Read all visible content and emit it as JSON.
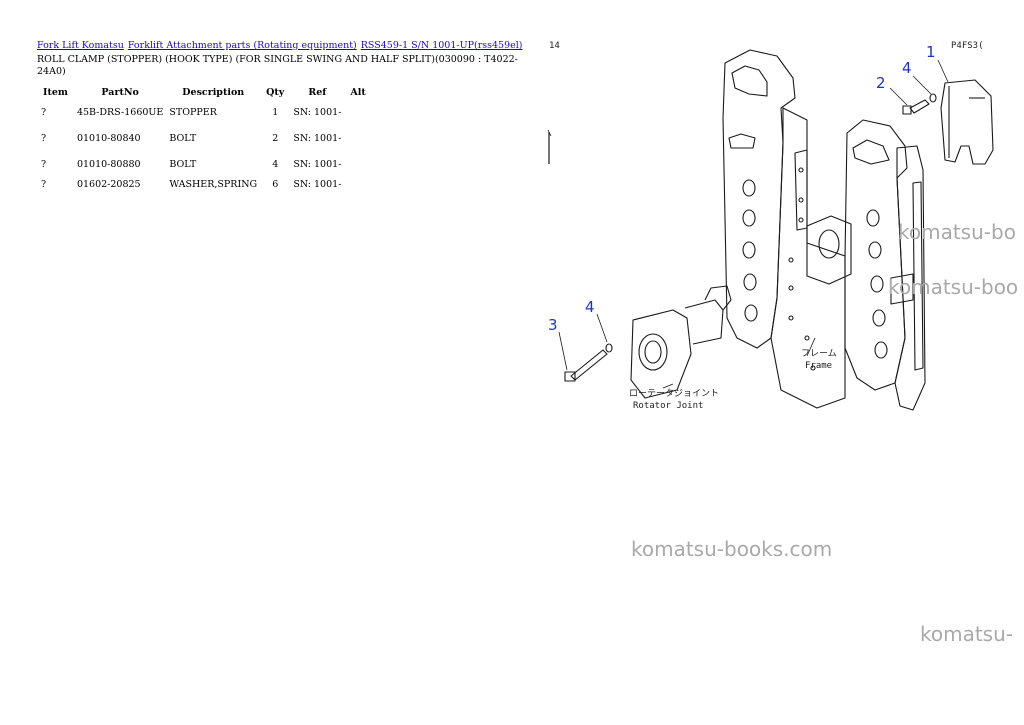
{
  "breadcrumb": [
    {
      "label": "Fork Lift Komatsu"
    },
    {
      "label": "Forklift Attachment parts (Rotating equipment)"
    },
    {
      "label": "RSS459-1 S/N 1001-UP(rss459el)"
    }
  ],
  "page_title": "ROLL CLAMP (STOPPER) (HOOK TYPE) (FOR SINGLE SWING AND HALF SPLIT)(030090 : T4022-24A0)",
  "table": {
    "headers": [
      "Item",
      "PartNo",
      "Description",
      "Qty",
      "Ref",
      "Alt"
    ],
    "rows": [
      {
        "item": "?",
        "part_no": "45B-DRS-1660UE",
        "description": "STOPPER",
        "qty": "1",
        "ref": "SN: 1001-",
        "alt": ""
      },
      {
        "item": "?",
        "part_no": "01010-80840",
        "description": "BOLT",
        "qty": "2",
        "ref": "SN: 1001-",
        "alt": ""
      },
      {
        "item": "?",
        "part_no": "01010-80880",
        "description": "BOLT",
        "qty": "4",
        "ref": "SN: 1001-",
        "alt": ""
      },
      {
        "item": "?",
        "part_no": "01602-20825",
        "description": "WASHER,SPRING",
        "qty": "6",
        "ref": "SN: 1001-",
        "alt": ""
      }
    ]
  },
  "figure": {
    "corner_code": "P4FS3(",
    "corner_mark": "14",
    "callouts": [
      "1",
      "2",
      "4",
      "4",
      "3"
    ],
    "frame_label_jp": "フレーム",
    "frame_label_en": "Frame",
    "rotator_label_jp": "ローテータジョイント",
    "rotator_label_en": "Rotator Joint"
  },
  "watermarks": [
    "komatsu-bo",
    "komatsu-boo",
    "komatsu-books.com",
    "komatsu-"
  ],
  "colors": {
    "link": "#1a0dab",
    "callout": "#1d36b8",
    "watermark": "#a9a9a9"
  }
}
